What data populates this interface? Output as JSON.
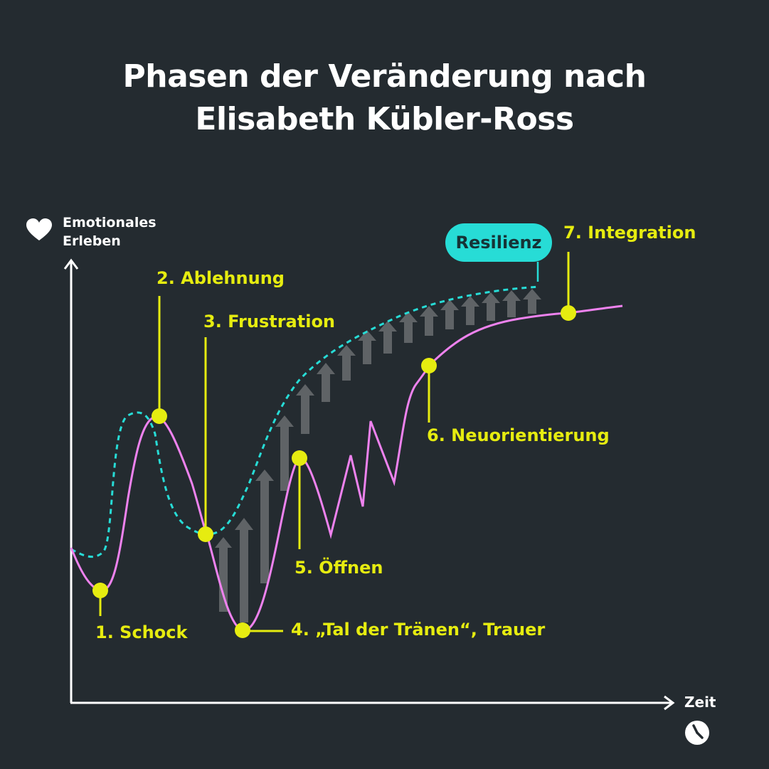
{
  "title": {
    "line1": "Phasen der Veränderung nach",
    "line2": "Elisabeth Kübler-Ross"
  },
  "axes": {
    "y_label_line1": "Emotionales",
    "y_label_line2": "Erleben",
    "x_label": "Zeit",
    "y_icon": "heart-icon",
    "x_icon": "clock-icon"
  },
  "resilience_label": "Resilienz",
  "phases": [
    {
      "label": "1. Schock"
    },
    {
      "label": "2. Ablehnung"
    },
    {
      "label": "3. Frustration"
    },
    {
      "label": "4. „Tal der Tränen“, Trauer"
    },
    {
      "label": "5. Öffnen"
    },
    {
      "label": "6. Neuorientierung"
    },
    {
      "label": "7. Integration"
    }
  ],
  "colors": {
    "background": "#242b30",
    "emotion_curve": "#ee82ee",
    "resilience_curve": "#27dcd6",
    "phase_marker": "#e6ec10",
    "arrows": "#5f6366",
    "text": "#ffffff"
  }
}
